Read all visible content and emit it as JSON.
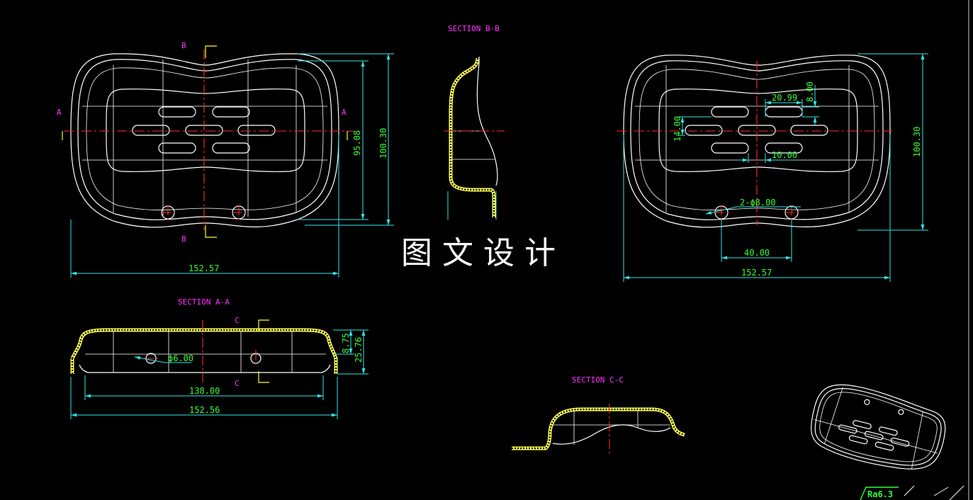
{
  "section_labels": {
    "bb": "SECTION B-B",
    "aa": "SECTION A-A",
    "cc": "SECTION C-C"
  },
  "cut_letters": {
    "b_top": "B",
    "b_bottom": "B",
    "a_left": "A",
    "a_right": "A",
    "c_top": "C",
    "c_bottom": "C"
  },
  "dimensions": {
    "top_view_width": "152.57",
    "top_view_height_inner": "95.08",
    "top_view_height_outer": "100.30",
    "right_view_height": "100.30",
    "right_view_width": "152.57",
    "slot_length": "20.99",
    "slot_gap_v": "8.00",
    "slot_pitch_v": "14.00",
    "slot_gap_h": "10.00",
    "hole_callout": "2-ϕ8.00",
    "hole_spacing": "40.00",
    "section_aa_hole": "ϕ6.00",
    "section_aa_inner_width": "138.00",
    "section_aa_total_width": "152.56",
    "section_aa_depth": "8.75",
    "section_aa_height": "25.76"
  },
  "watermark": "图文设计",
  "roughness": "Ra6.3",
  "colors": {
    "background": "#000000",
    "outline": "#ffffff",
    "dimension": "#33e6e6",
    "centerline": "#ff2a2a",
    "section_hatch": "#ffff55",
    "label_magenta": "#ff33ff",
    "dim_text_green": "#33ff33"
  }
}
